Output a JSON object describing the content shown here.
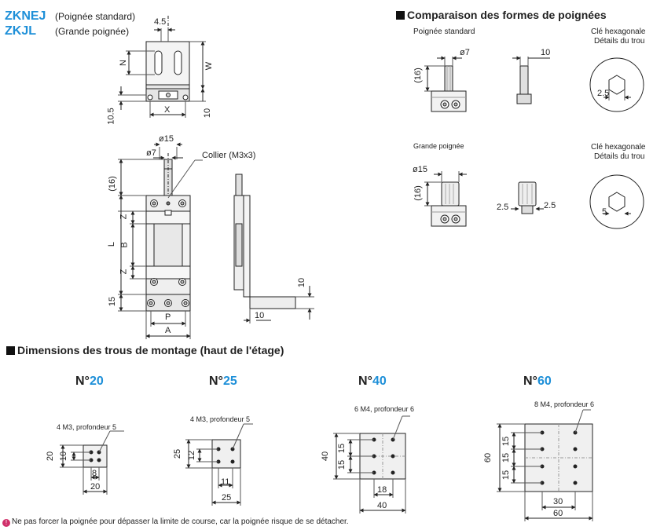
{
  "models": [
    {
      "code": "ZKNEJ",
      "desc": "(Poignée standard)"
    },
    {
      "code": "ZKJL",
      "desc": "(Grande poignée)"
    }
  ],
  "handle_section": {
    "title": "Comparaison des formes de poignées",
    "standard_label": "Poignée standard",
    "large_label": "Grande poignée",
    "hex_label_1": "Clé hexagonale",
    "hex_label_2": "Détails du trou",
    "dims": {
      "d7": "ø7",
      "d10": "10",
      "d16": "(16)",
      "d2_5": "2.5",
      "d15": "ø15",
      "d5": "5"
    }
  },
  "main_drawing": {
    "dims": {
      "w4_5": "4.5",
      "N": "N",
      "W": "W",
      "X": "X",
      "v10": "10",
      "v10_5": "10.5",
      "d15": "ø15",
      "d7": "ø7",
      "collar": "Collier (M3x3)",
      "h16": "(16)",
      "Z": "Z",
      "L": "L",
      "B": "B",
      "h15": "15",
      "P": "P",
      "A": "A",
      "s10": "10"
    }
  },
  "mounting": {
    "title": "Dimensions des trous de montage (haut de l'étage)",
    "items": [
      {
        "prefix": "N°",
        "number": "20",
        "note": "4 M3, profondeur 5",
        "dims": [
          "20",
          "10",
          "8",
          "20"
        ]
      },
      {
        "prefix": "N°",
        "number": "25",
        "note": "4 M3, profondeur 5",
        "dims": [
          "25",
          "12",
          "11",
          "25"
        ]
      },
      {
        "prefix": "N°",
        "number": "40",
        "note": "6 M4, profondeur 6",
        "dims": [
          "40",
          "15",
          "15",
          "18",
          "40"
        ]
      },
      {
        "prefix": "N°",
        "number": "60",
        "note": "8 M4, profondeur 6",
        "dims": [
          "60",
          "15",
          "15",
          "15",
          "30",
          "60"
        ]
      }
    ]
  },
  "footnote": "Ne pas forcer la poignée pour dépasser la limite de course, car la poignée risque de se détacher."
}
